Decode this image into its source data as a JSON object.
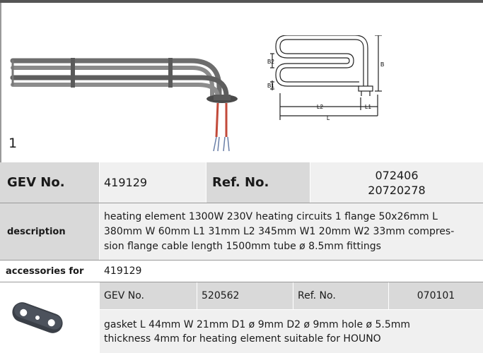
{
  "product": {
    "item_number": "1",
    "gev_label": "GEV No.",
    "gev_value": "419129",
    "ref_label": "Ref. No.",
    "ref_values": [
      "072406",
      "20720278"
    ],
    "description_label": "description",
    "description_lines": [
      "heating element  1300W 230V heating circuits 1 flange 50x26mm L",
      "380mm W 60mm L1 31mm L2 345mm W1 20mm W2 33mm compres-",
      "sion flange cable length 1500mm tube ø 8.5mm fittings"
    ],
    "accessories_label": "accessories for",
    "accessories_value": "419129"
  },
  "diagram_labels": {
    "b2": "B2",
    "b1": "B1",
    "b": "B",
    "l2": "L2",
    "l1": "L1",
    "l": "L"
  },
  "accessory": {
    "gev_label": "GEV No.",
    "gev_value": "520562",
    "ref_label": "Ref. No.",
    "ref_value": "070101",
    "description_lines": [
      "gasket  L 44mm W 21mm D1 ø 9mm D2 ø 9mm hole ø 5.5mm",
      "thickness 4mm for heating element suitable for HOUNO"
    ]
  },
  "colors": {
    "header_shade": "#d9d9d9",
    "light_shade": "#f0f0f0",
    "rule": "#9a9a9a"
  }
}
